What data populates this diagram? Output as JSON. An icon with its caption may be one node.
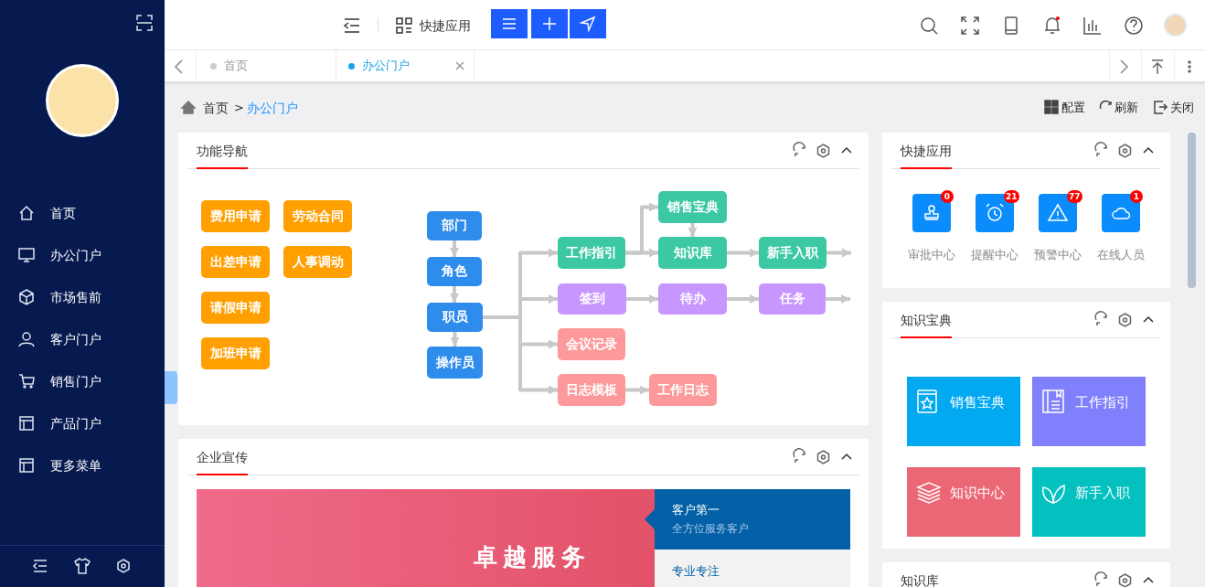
{
  "diagram": {
    "nodes": [
      {
        "text": [
          "费用申请"
        ]
      },
      {
        "text": [
          "劳动合同"
        ]
      },
      {
        "text": [
          "出差申请"
        ]
      },
      {
        "text": [
          "人事调动"
        ]
      },
      {
        "text": [
          "请假申请"
        ]
      },
      {
        "text": [
          "加班申请"
        ]
      },
      {
        "text": [
          "部门"
        ]
      },
      {
        "text": [
          "角色"
        ]
      },
      {
        "text": [
          "职员"
        ]
      },
      {
        "text": [
          "操作员"
        ]
      },
      {
        "text": [
          "销售宝典"
        ]
      },
      {
        "text": [
          "工作指引"
        ]
      },
      {
        "text": [
          "知识库"
        ]
      },
      {
        "text": [
          "新手入职"
        ]
      },
      {
        "text": [
          "签到"
        ]
      },
      {
        "text": [
          "待办"
        ]
      },
      {
        "text": [
          "任务"
        ]
      },
      {
        "text": [
          "会议记录"
        ]
      },
      {
        "text": [
          "日志模板"
        ]
      },
      {
        "text": [
          "工作日志"
        ]
      }
    ],
    "edges": [
      {
        "from": 6,
        "to": 7,
        "arrow": "to"
      },
      {
        "from": 7,
        "to": 8,
        "arrow": "to"
      },
      {
        "from": 8,
        "to": 9,
        "arrow": "to"
      },
      {
        "from": 8,
        "to": 11,
        "arrow": "to"
      },
      {
        "from": 8,
        "to": 14,
        "arrow": "to"
      },
      {
        "from": 8,
        "to": 17,
        "arrow": "to"
      },
      {
        "from": 8,
        "to": 18,
        "arrow": "to"
      },
      {
        "from": 11,
        "to": 10,
        "arrow": "to"
      },
      {
        "from": 11,
        "to": 12,
        "arrow": "to"
      },
      {
        "from": 10,
        "to": 12,
        "arrow": "to"
      },
      {
        "from": 12,
        "to": 13,
        "arrow": "to"
      },
      {
        "from": 13,
        "to": null,
        "arrow": "to"
      },
      {
        "from": 14,
        "to": 15,
        "arrow": "to"
      },
      {
        "from": 15,
        "to": 16,
        "arrow": "to"
      },
      {
        "from": 16,
        "to": null,
        "arrow": "to"
      },
      {
        "from": 18,
        "to": 19,
        "arrow": "to"
      }
    ],
    "labels": [
      "首页",
      "办公门户",
      "市场售前",
      "客户门户",
      "销售门户",
      "产品门户",
      "更多菜单",
      "快捷应用",
      "首页",
      "办公门户",
      "首页",
      ">",
      "办公门户",
      "配置",
      "刷新",
      "关闭",
      "功能导航",
      "快捷应用",
      "0",
      "21",
      "77",
      "1",
      "审批中心",
      "提醒中心",
      "预警中心",
      "在线人员",
      "知识宝典",
      "销售宝典",
      "工作指引",
      "知识中心",
      "新手入职",
      "企业宣传",
      "卓越服务",
      "客户第一",
      "全方位服务客户",
      "专业专注",
      "知识库"
    ]
  }
}
